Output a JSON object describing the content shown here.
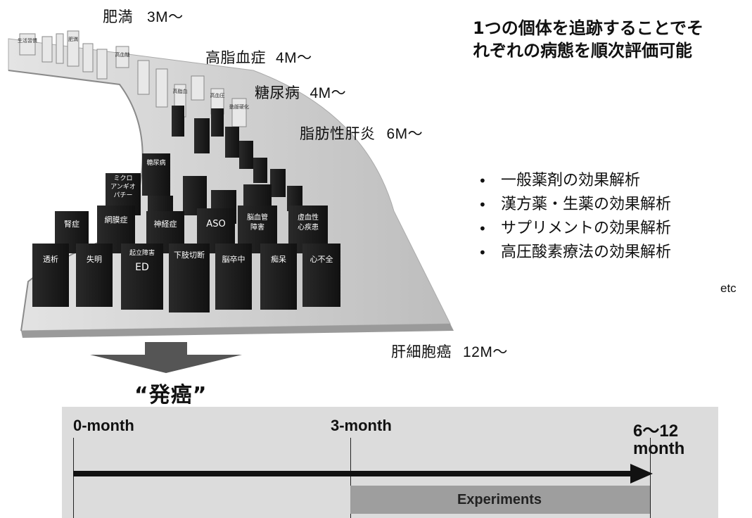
{
  "headline": {
    "line1": "1つの個体を追跡することでそ",
    "line2": "れぞれの病態を順次評価可能"
  },
  "diseases": [
    {
      "name": "肥満",
      "onset": "3M〜"
    },
    {
      "name": "高脂血症",
      "onset": "4M〜"
    },
    {
      "name": "糖尿病",
      "onset": "4M〜"
    },
    {
      "name": "脂肪性肝炎",
      "onset": "6M〜"
    },
    {
      "name": "肝細胞癌",
      "onset": "12M〜"
    }
  ],
  "bullets": [
    "一般薬剤の効果解析",
    "漢方薬・生薬の効果解析",
    "サプリメントの効果解析",
    "高圧酸素療法の効果解析"
  ],
  "etc": "etc",
  "caption": "“発癌”",
  "timeline": {
    "start": "0-month",
    "mid": "3-month",
    "end_line1": "6〜12",
    "end_line2": "month",
    "experiments": "Experiments"
  },
  "illustration": {
    "front_row": [
      "透析",
      "失明",
      "起立障害",
      "ED",
      "下肢切断",
      "脳卒中",
      "痴呆",
      "心不全"
    ],
    "second_row": [
      "腎症",
      "網膜症",
      "神経症",
      "ASO",
      "脳血管",
      "障害",
      "虚血性",
      "心疾患"
    ],
    "third_row": [
      "糖尿病",
      "ミクロ",
      "アンギオ",
      "パチー"
    ],
    "far_labels": [
      "生活習慣",
      "肥満",
      "高血糖",
      "高脂血",
      "高血圧",
      "動脈硬化"
    ]
  },
  "colors": {
    "timeline_band": "#dcdcdc",
    "experiments_box": "#9e9e9e",
    "arrow": "#111111",
    "down_arrow": "#555555",
    "road": "#cfcfcf",
    "block_dark": "#1f1f1f"
  }
}
